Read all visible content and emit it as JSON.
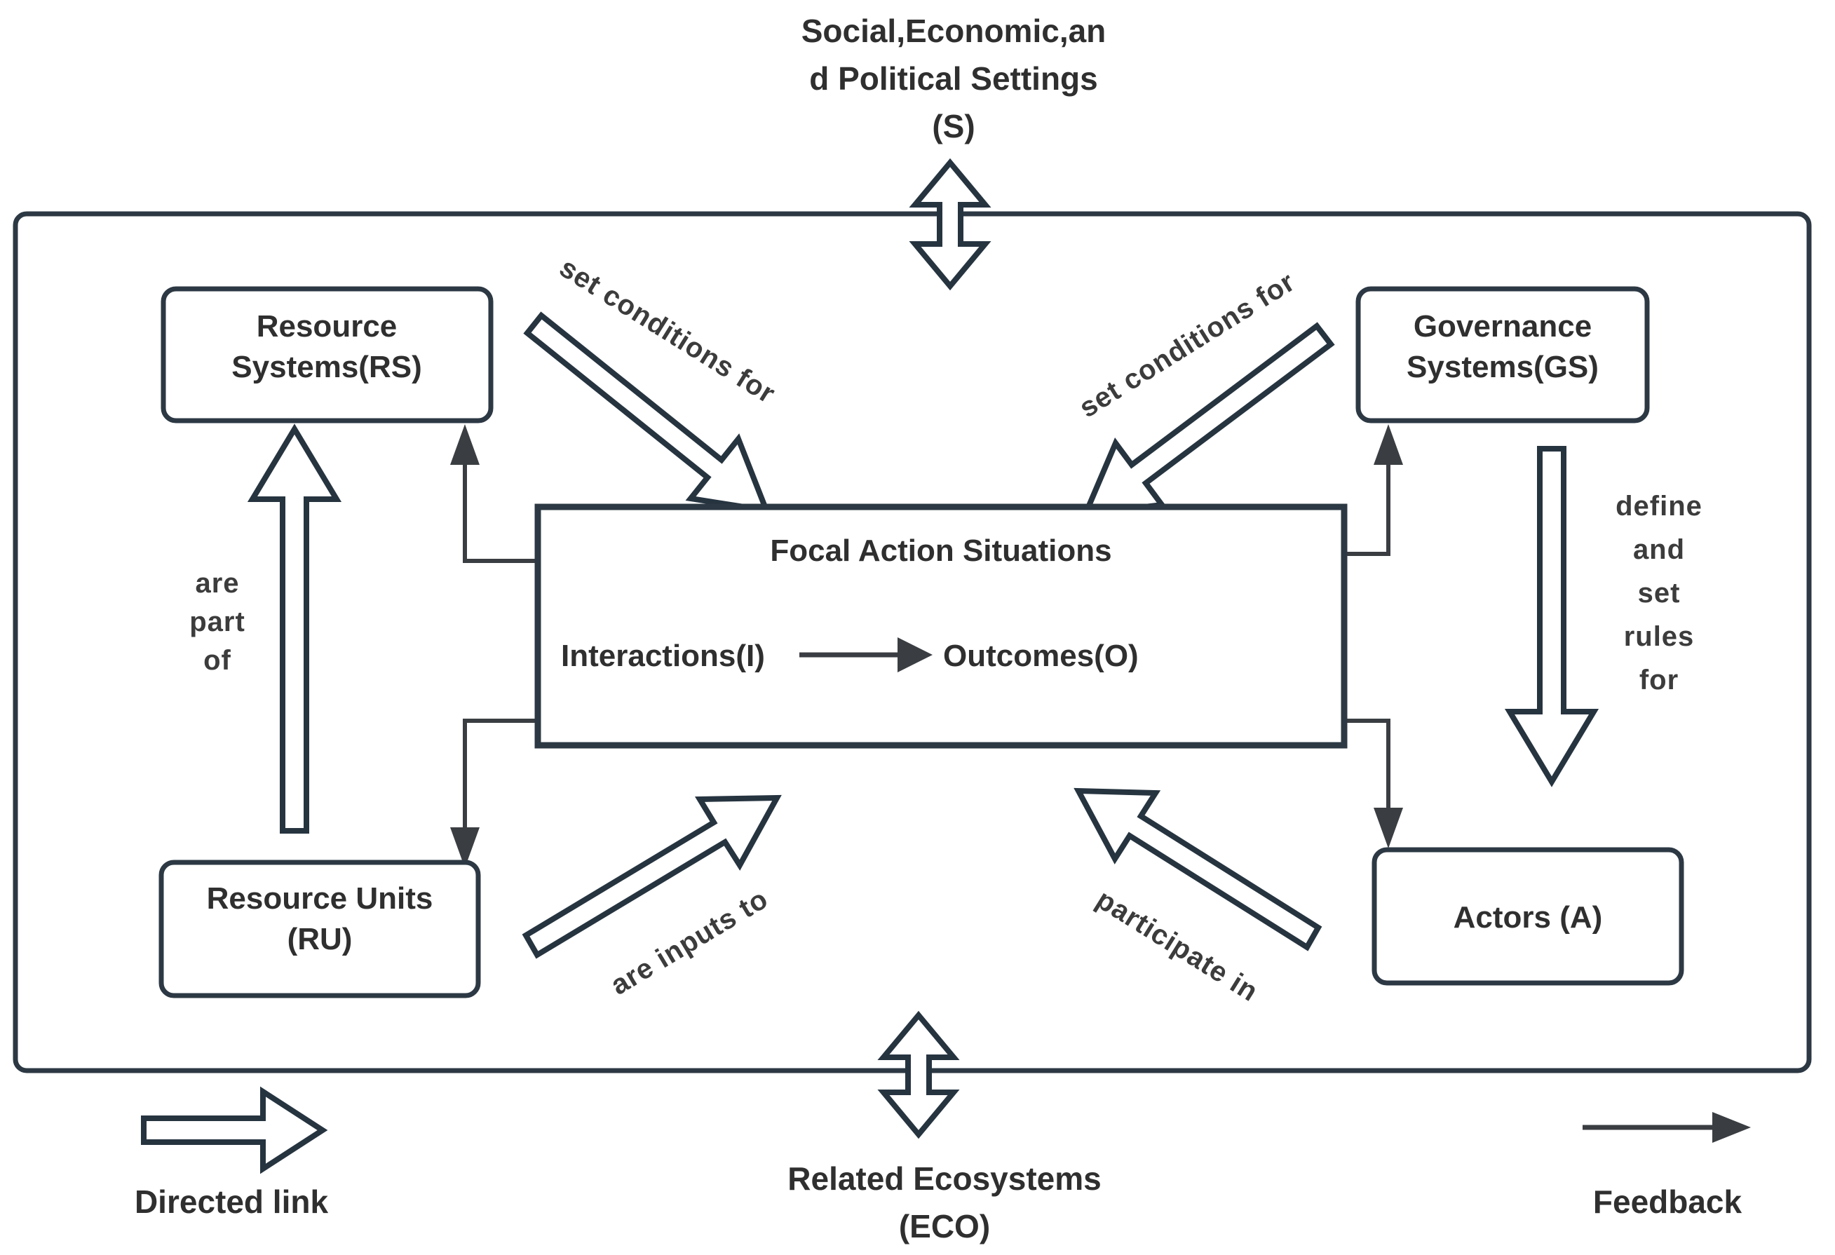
{
  "title": "Social-Ecological Systems framework diagram",
  "top_setting": {
    "line1": "Social,Economic,an",
    "line2": "d Political Settings",
    "line3": "(S)"
  },
  "boxes": {
    "resource_systems": {
      "line1": "Resource",
      "line2": "Systems(RS)"
    },
    "governance_systems": {
      "line1": "Governance",
      "line2": "Systems(GS)"
    },
    "resource_units": {
      "line1": "Resource Units",
      "line2": "(RU)"
    },
    "actors": {
      "label": "Actors (A)"
    },
    "focal_action": {
      "title": "Focal Action Situations",
      "interactions": "Interactions(I)",
      "outcomes": "Outcomes(O)"
    }
  },
  "edge_labels": {
    "set_conditions_left": "set conditions for",
    "set_conditions_right": "set conditions for",
    "are_part_of": {
      "line1": "are",
      "line2": "part",
      "line3": "of"
    },
    "define_and_set_rules": {
      "line1": "define",
      "line2": "and",
      "line3": "set",
      "line4": "rules",
      "line5": "for"
    },
    "are_inputs_to": "are inputs to",
    "participate_in": "participate in"
  },
  "bottom_setting": {
    "line1": "Related Ecosystems",
    "line2": "(ECO)"
  },
  "legend": {
    "directed_link": "Directed link",
    "feedback": "Feedback"
  },
  "colors": {
    "line": "#2c3843",
    "text": "#2f2f2f",
    "edge_text": "#3c3c3c",
    "background": "#ffffff"
  }
}
